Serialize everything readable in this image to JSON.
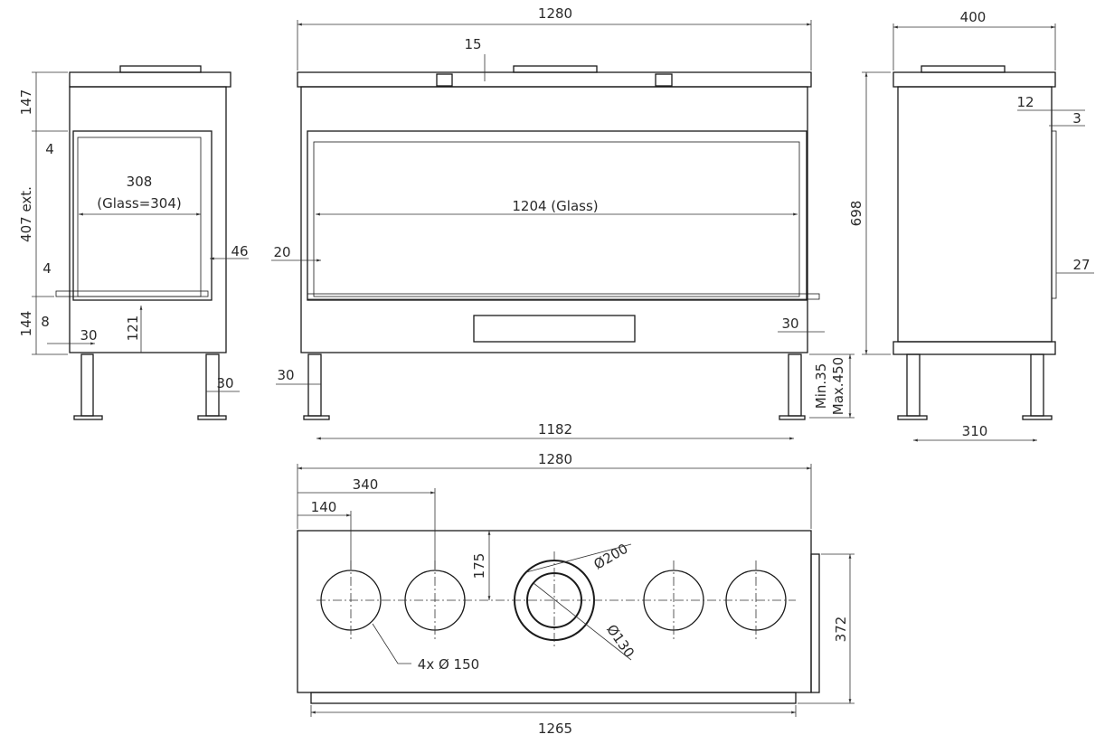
{
  "side_view": {
    "dim_top": "147",
    "dim_opening": "407 ext.",
    "dim_bottom": "144",
    "dim_4a": "4",
    "dim_4b": "4",
    "dim_8": "8",
    "dim_30a": "30",
    "dim_121": "121",
    "dim_30b": "30",
    "dim_46": "46",
    "dim_width": "308",
    "dim_glass": "(Glass=304)"
  },
  "front_view": {
    "dim_width": "1280",
    "dim_15": "15",
    "dim_glass": "1204 (Glass)",
    "dim_20": "20",
    "dim_30a": "30",
    "dim_30b": "30",
    "dim_legs": "1182",
    "dim_min": "Min.35",
    "dim_max": "Max.450"
  },
  "right_view": {
    "dim_width": "400",
    "dim_height": "698",
    "dim_12": "12",
    "dim_3": "3",
    "dim_27": "27",
    "dim_legs": "310"
  },
  "top_view": {
    "dim_width": "1280",
    "dim_340": "340",
    "dim_140": "140",
    "dim_175": "175",
    "dim_d200": "Ø200",
    "dim_d130": "Ø130",
    "dim_holes": "4x Ø 150",
    "dim_depth": "372",
    "dim_base": "1265"
  }
}
